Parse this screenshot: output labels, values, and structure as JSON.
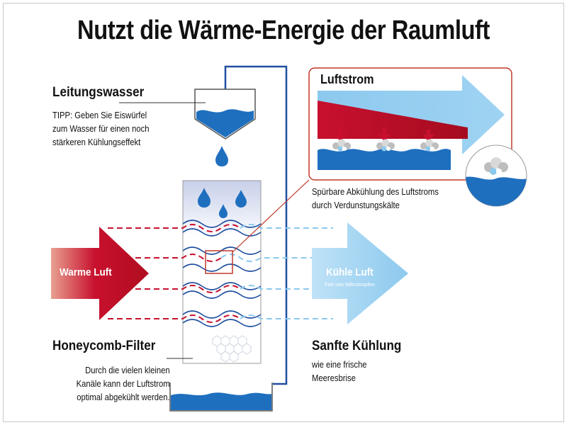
{
  "title": "Nutzt die Wärme-Energie der Raumluft",
  "tap_water": {
    "heading": "Leitungswasser",
    "tip_lines": [
      "TIPP: Geben Sie Eiswürfel",
      "zum Wasser für einen noch",
      "stärkeren Kühlungseffekt"
    ]
  },
  "airflow_inset": {
    "heading": "Luftstrom",
    "caption_lines": [
      "Spürbare Abkühlung des Luftstroms",
      "durch Verdunstungskälte"
    ]
  },
  "warm_air": {
    "label": "Warme Luft"
  },
  "cool_air": {
    "label": "Kühle Luft",
    "sublabel": "Frei von Mikrotropfen"
  },
  "filter": {
    "heading": "Honeycomb-Filter",
    "desc_lines": [
      "Durch die vielen kleinen",
      "Kanäle kann der Luftstrom",
      "optimal abgekühlt werden."
    ]
  },
  "result": {
    "heading": "Sanfte Kühlung",
    "desc_lines": [
      "wie eine frische",
      "Meeresbrise"
    ]
  },
  "colors": {
    "warm_red": "#c8102e",
    "cool_blue": "#8cc9ee",
    "water_blue": "#1f6fbf",
    "inset_border": "#c0392b"
  }
}
